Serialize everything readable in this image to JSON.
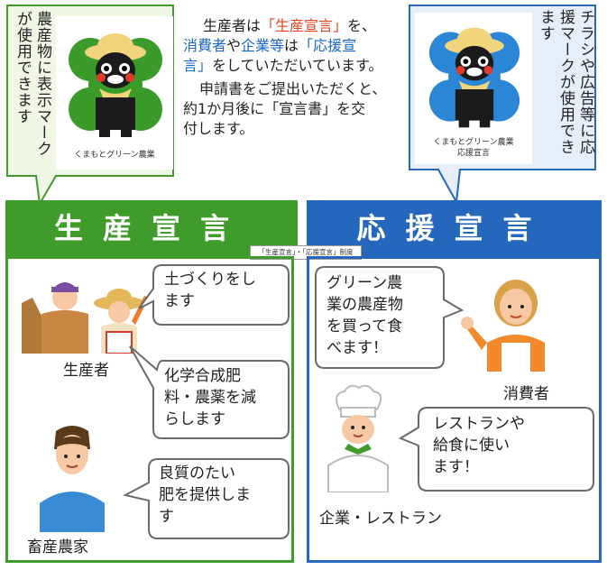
{
  "left_note": "農産物に表示マークが使用できます",
  "right_note": "チラシや広告等に応援マークが使用できます",
  "intro": {
    "l1a": "生産者は",
    "l1b": "「生産宣言」",
    "l1c": "を、",
    "l2a": "消費者",
    "l2b": "や",
    "l2c": "企業等",
    "l2d": "は",
    "l2e": "「応援宣",
    "l3a": "言」",
    "l3b": "をしていただいています。",
    "l4": "申請書をご提出いただくと、",
    "l5": "約1か月後に「宣言書」を交",
    "l6": "付します。"
  },
  "logo_left_caption": "くまもとグリーン農業",
  "logo_right_caption1": "くまもとグリーン農業",
  "logo_right_caption2": "応援宣言",
  "banner_left": "生産宣言",
  "banner_right": "応援宣言",
  "system_label": "「生産宣言」・「応援宣言」制度",
  "producer": {
    "label": "生産者",
    "bubble1": [
      "土づくりをし",
      "ます"
    ],
    "bubble2": [
      "化学合成肥",
      "料・農薬を減",
      "らします"
    ]
  },
  "livestock": {
    "label": "畜産農家",
    "bubble": [
      "良質のたい",
      "肥を提供しま",
      "す"
    ]
  },
  "consumer": {
    "label": "消費者",
    "bubble": [
      "グリーン農",
      "業の農産物",
      "を買って食",
      "べます！"
    ]
  },
  "company": {
    "label": "企業・レストラン",
    "bubble": [
      "レストランや",
      "給食に使い",
      "ます！"
    ]
  },
  "colors": {
    "green": "#3f9b2a",
    "blue": "#2467bd",
    "note_green_bg": "#eef8e4",
    "note_blue_bg": "#e6eefa"
  }
}
